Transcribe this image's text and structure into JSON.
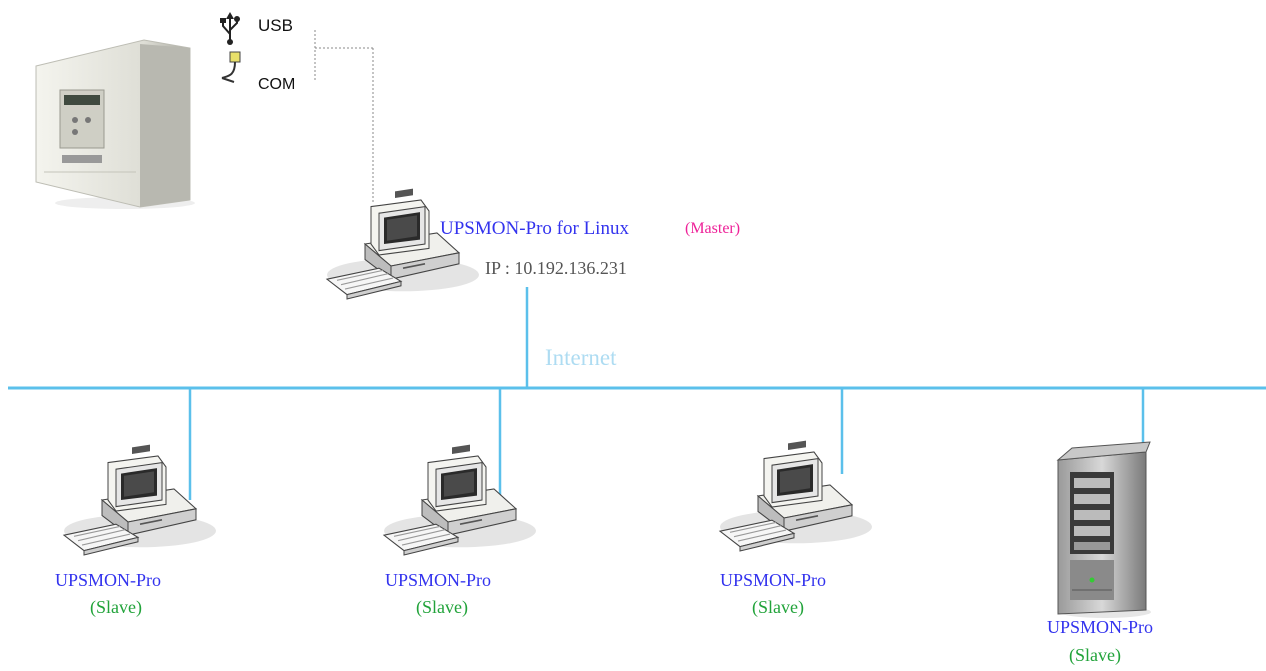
{
  "ports": {
    "usb": "USB",
    "com": "COM"
  },
  "master": {
    "title": "UPSMON-Pro for Linux",
    "role": "(Master)",
    "ip": "IP : 10.192.136.231"
  },
  "network": {
    "label": "Internet"
  },
  "slaves": [
    {
      "name": "UPSMON-Pro",
      "role": "(Slave)"
    },
    {
      "name": "UPSMON-Pro",
      "role": "(Slave)"
    },
    {
      "name": "UPSMON-Pro",
      "role": "(Slave)"
    },
    {
      "name": "UPSMON-Pro",
      "role": "(Slave)"
    }
  ],
  "colors": {
    "bus": "#5bc0eb",
    "name": "#3333ee",
    "master_role": "#ee2299",
    "slave_role": "#21a33a",
    "internet": "#aedcf2"
  }
}
